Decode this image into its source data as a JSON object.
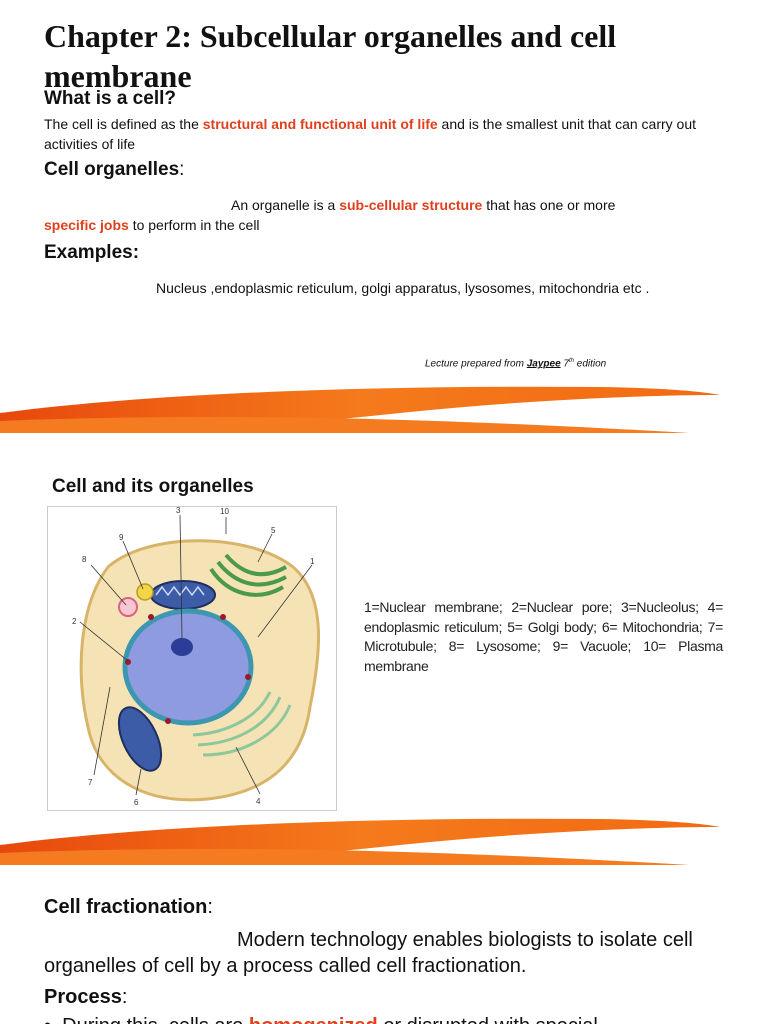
{
  "slide1": {
    "title": "Chapter 2: Subcellular organelles and cell membrane",
    "what_heading": "What is a cell?",
    "def_pre": "The cell is defined as the ",
    "def_red": "structural and functional unit of life",
    "def_post": " and is the smallest unit that can carry out activities of life",
    "organelles_heading": "Cell organelles",
    "organelles_colon": ":",
    "org_pre": "An organelle is a ",
    "org_red1": "sub-cellular structure",
    "org_mid": " that has one or more",
    "org_red2": "specific jobs",
    "org_post": " to perform in the cell",
    "examples_heading": "Examples:",
    "examples_text": "Nucleus ,endoplasmic reticulum, golgi apparatus, lysosomes, mitochondria etc .",
    "footer_pre": "Lecture prepared from ",
    "footer_link": "Jaypee",
    "footer_num": "7",
    "footer_sup": "th",
    "footer_post": " edition"
  },
  "slide2": {
    "heading": "Cell and its organelles",
    "labels": [
      "1",
      "2",
      "3",
      "4",
      "5",
      "6",
      "7",
      "8",
      "9",
      "10"
    ],
    "legend": "1=Nuclear membrane; 2=Nuclear pore; 3=Nucleolus; 4= endoplasmic reticulum; 5= Golgi body; 6= Mitochondria; 7= Microtubule; 8= Lysosome; 9= Vacuole; 10= Plasma membrane"
  },
  "slide3": {
    "heading": "Cell fractionation",
    "heading_colon": ":",
    "body": "Modern technology enables biologists to isolate cell organelles of cell by a process called cell fractionation.",
    "process": "Process",
    "process_colon": ":",
    "bullet_pre": "During this, cells are ",
    "bullet_red": "homogenized",
    "bullet_post": " or disrupted with special"
  },
  "colors": {
    "accent_red": "#e0401c",
    "swoosh_orange": "#f26a12"
  }
}
